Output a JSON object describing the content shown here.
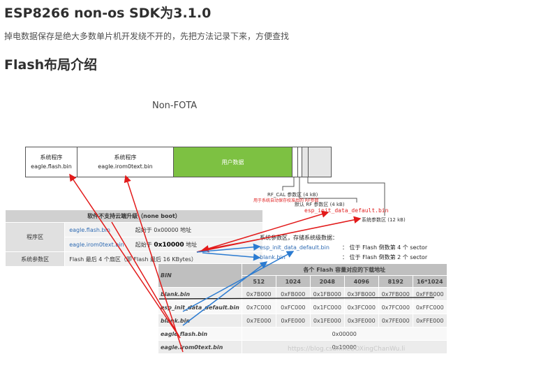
{
  "article": {
    "title": "ESP8266 non-os SDK为3.1.0",
    "intro": "掉电数据保存是绝大多数单片机开发绕不开的，先把方法记录下来，方便查找",
    "section_heading": "Flash布局介绍"
  },
  "figure": {
    "title": "Non-FOTA",
    "segments": [
      {
        "line1": "系统程序",
        "line2": "eagle.flash.bin"
      },
      {
        "line1": "系统程序",
        "line2": "eagle.irom0text.bin"
      },
      {
        "line1": "用户数据",
        "line2": ""
      }
    ],
    "annotations": {
      "rf_cal": "RF_CAL 参数区 (4 kB)",
      "rf_cal_note": "用于系统自动保存校准后的 RF参数",
      "rf_default": "默认 RF 参数区 (4 kB)",
      "rf_default_file": "esp_init_data_default.bin",
      "sys_param": "系统参数区 (12 kB)"
    },
    "upgrade_table": {
      "header": "软件不支持云端升级（none boot）",
      "rows": [
        {
          "label": "程序区",
          "file": "eagle.flash.bin",
          "desc": "起始于 0x00000 地址"
        },
        {
          "label": "",
          "file": "eagle.irom0text.bin",
          "desc": "起始于 ",
          "addr": "0x10000",
          "desc2": " 地址"
        },
        {
          "label": "系统参数区",
          "file": "",
          "desc": "Flash 最后 4 个扇区（即 Flash 最后 16 KBytes）"
        }
      ]
    },
    "sys_area": {
      "heading": "系统参数区，存储系统级数据：",
      "items": [
        {
          "file": "esp_init_data_default.bin",
          "desc": "：  位于 Flash 倒数第 4 个 sector"
        },
        {
          "file": "blank.bin",
          "desc": "：  位于 Flash 倒数第 2 个 sector"
        }
      ]
    },
    "address_table": {
      "bin_header": "BIN",
      "group_header": "各个 Flash 容量对应的下载地址",
      "sizes": [
        "512",
        "1024",
        "2048",
        "4096",
        "8192",
        "16*1024"
      ],
      "rows": [
        {
          "bin": "blank.bin",
          "values": [
            "0x7B000",
            "0xFB000",
            "0x1FB000",
            "0x3FB000",
            "0x7FB000",
            "0xFFB000"
          ]
        },
        {
          "bin": "esp_init_data_default.bin",
          "values": [
            "0x7C000",
            "0xFC000",
            "0x1FC000",
            "0x3FC000",
            "0x7FC000",
            "0xFFC000"
          ]
        },
        {
          "bin": "blank.bin",
          "values": [
            "0x7E000",
            "0xFE000",
            "0x1FE000",
            "0x3FE000",
            "0x7FE000",
            "0xFFE000"
          ]
        },
        {
          "bin": "eagle.flash.bin",
          "merged": "0x00000"
        },
        {
          "bin": "eagle.irom0text.bin",
          "merged": "0x10000"
        }
      ]
    },
    "watermark": "https://blog.csdn.net/OXingChanWu.li"
  }
}
